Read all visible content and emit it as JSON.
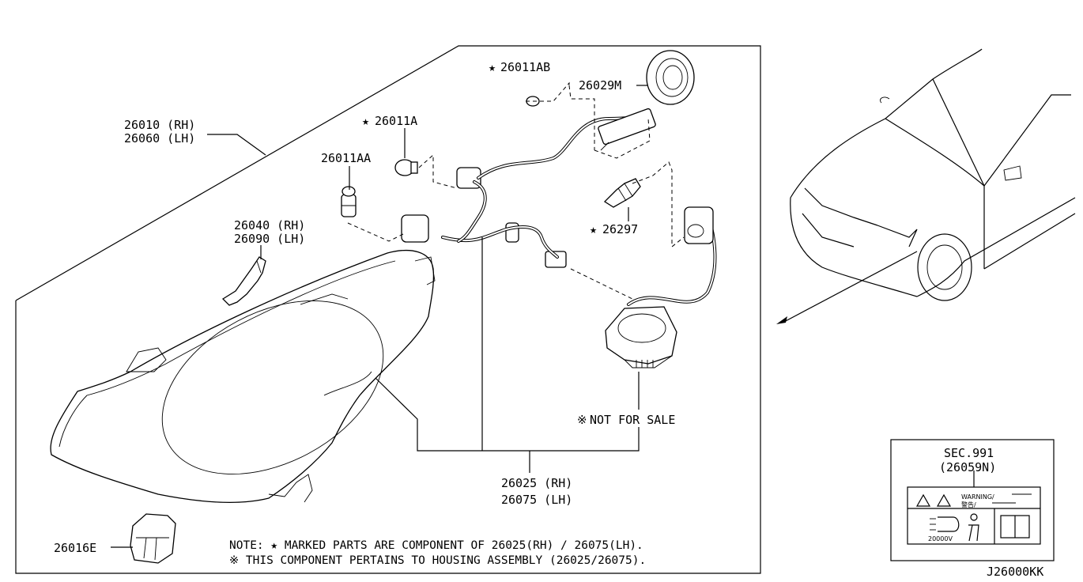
{
  "labels": {
    "housing_rh": "26010 (RH)",
    "housing_lh": "26060 (LH)",
    "bulb_ab": "26011AB",
    "ballast_cover": "26029M",
    "bulb_a": "26011A",
    "bulb_aa": "26011AA",
    "bracket_rh": "26040 (RH)",
    "bracket_lh": "26090 (LH)",
    "xenon_bulb": "26297",
    "not_for_sale": "NOT FOR SALE",
    "harness_rh": "26025 (RH)",
    "harness_lh": "26075 (LH)",
    "cap": "26016E",
    "star_symbol": "★",
    "kome_symbol": "※"
  },
  "notes": {
    "line1": "NOTE: ★ MARKED PARTS ARE COMPONENT OF 26025(RH) / 26075(LH).",
    "line2": "※ THIS COMPONENT PERTAINS TO HOUSING ASSEMBLY (26025/26075)."
  },
  "sec_box": {
    "sec": "SEC.991",
    "part": "(26059N)",
    "warning": "WARNING/",
    "warning_jp": "警告/",
    "voltage": "20000V"
  },
  "diagram_code": "J26000KK"
}
